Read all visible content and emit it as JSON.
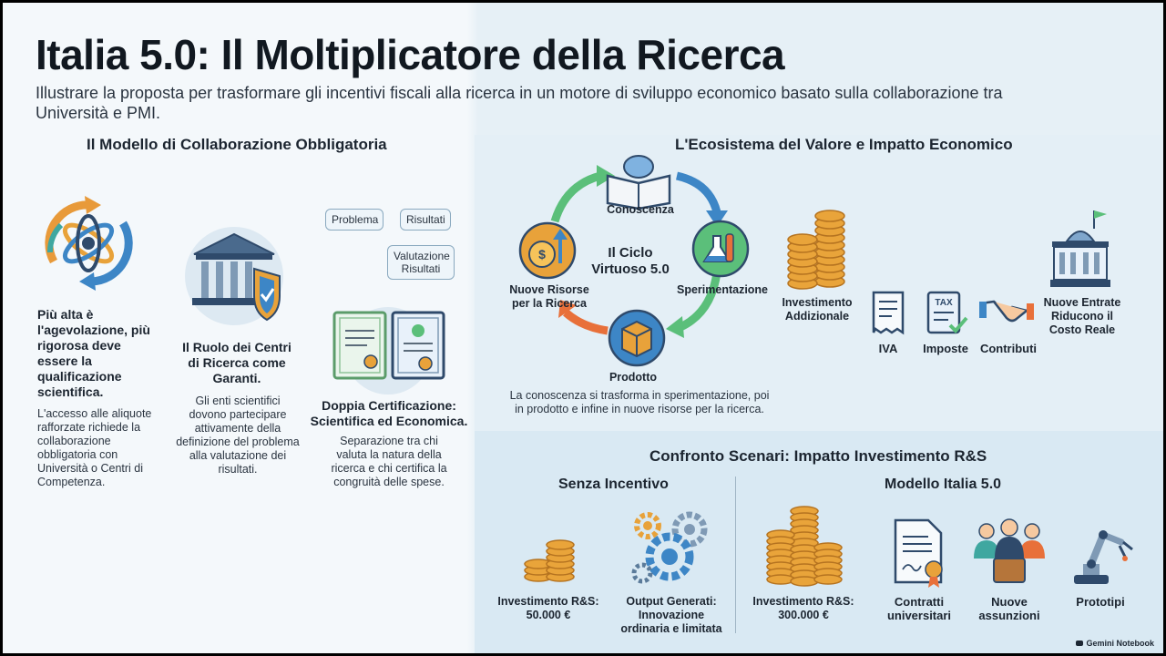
{
  "title": "Italia 5.0: Il Moltiplicatore della Ricerca",
  "subtitle": "Illustrare la proposta per trasformare gli incentivi fiscali alla ricerca in un motore di sviluppo economico basato sulla collaborazione tra Università e PMI.",
  "left": {
    "heading": "Il Modello di Collaborazione Obbligatoria",
    "col1": {
      "heading": "Più alta è l'agevolazione, più rigorosa deve essere la qualificazione scientifica.",
      "body": "L'accesso alle aliquote rafforzate richiede la collaborazione obbligatoria con Università o Centri di Competenza."
    },
    "col2": {
      "heading": "Il Ruolo dei Centri di Ricerca come Garanti.",
      "body": "Gli enti scientifici dovono partecipare attivamente della definizione del problema alla valutazione dei risultati."
    },
    "col3": {
      "tags": [
        "Problema",
        "Risultati",
        "Valutazione Risultati"
      ],
      "heading": "Doppia Certificazione: Scientifica ed Economica.",
      "body": "Separazione tra chi valuta la natura della ricerca e chi certifica la congruità delle spese."
    }
  },
  "ecosystem": {
    "heading": "L'Ecosistema del Valore e Impatto Economico",
    "cycle_title": "Il Ciclo Virtuoso 5.0",
    "nodes": [
      "Conoscenza",
      "Sperimentazione",
      "Prodotto",
      "Nuove Risorse per la Ricerca"
    ],
    "caption": "La conoscenza si trasforma in sperimentazione, poi in prodotto e infine in nuove risorse per la ricerca.",
    "investment_label": "Investimento Addizionale",
    "tax_labels": [
      "IVA",
      "Imposte",
      "Contributi"
    ],
    "revenue_label": "Nuove Entrate Riducono il Costo Reale",
    "tax_icon_text": "TAX"
  },
  "scenarios": {
    "heading": "Confronto Scenari: Impatto Investimento R&S",
    "without": {
      "title": "Senza Incentivo",
      "investment": "Investimento R&S: 50.000 €",
      "output": "Output Generati: Innovazione ordinaria e limitata"
    },
    "with": {
      "title": "Modello Italia 5.0",
      "investment": "Investimento R&S: 300.000 €",
      "items": [
        "Contratti universitari",
        "Nuove assunzioni",
        "Prototipi"
      ]
    }
  },
  "brand": "Gemini Notebook",
  "colors": {
    "navy": "#2f4a6b",
    "blue": "#3d86c6",
    "teal": "#3fa7a0",
    "orange": "#e88a2a",
    "gold": "#e9a43a",
    "green": "#5bbf7a"
  }
}
